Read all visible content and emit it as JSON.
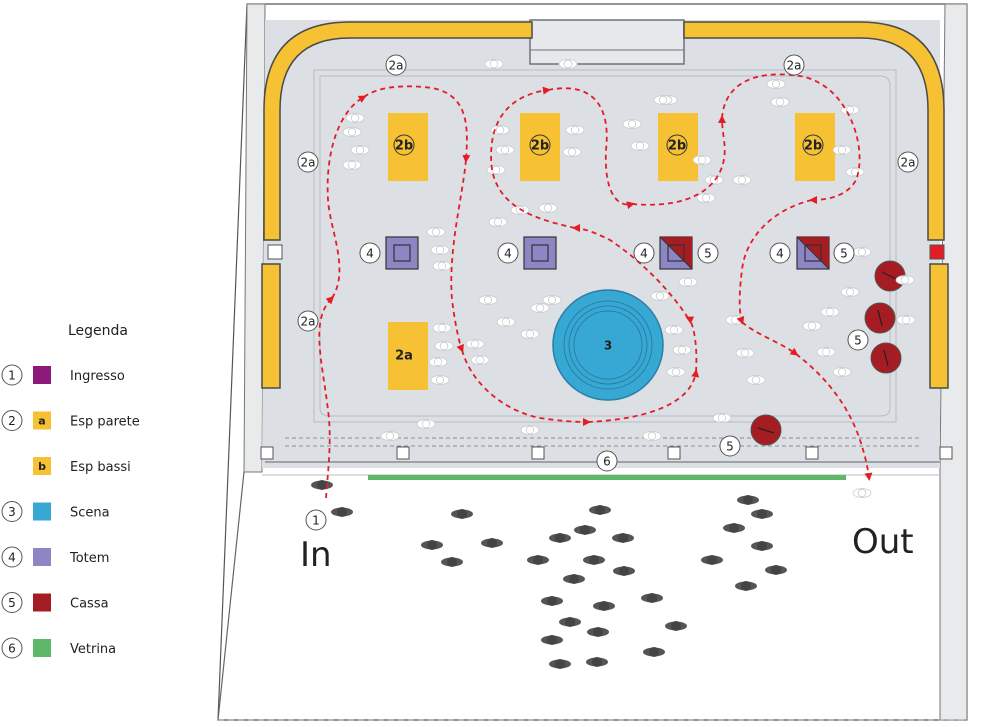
{
  "legend": {
    "title": "Legenda",
    "items": [
      {
        "num": "1",
        "sub": "",
        "label": "Ingresso",
        "color": "#8b1a7a"
      },
      {
        "num": "2",
        "sub": "a",
        "label": "Esp parete",
        "color": "#f6c233"
      },
      {
        "num": "",
        "sub": "b",
        "label": "Esp bassi",
        "color": "#f6c233"
      },
      {
        "num": "3",
        "sub": "",
        "label": "Scena",
        "color": "#37a8d4"
      },
      {
        "num": "4",
        "sub": "",
        "label": "Totem",
        "color": "#8c87c4"
      },
      {
        "num": "5",
        "sub": "",
        "label": "Cassa",
        "color": "#a51c23"
      },
      {
        "num": "6",
        "sub": "",
        "label": "Vetrina",
        "color": "#5db86a"
      }
    ]
  },
  "labels": {
    "wall": "2a",
    "low": "2b",
    "low_front": "2a",
    "stage": "3",
    "totem": "4",
    "cassa": "5",
    "vetrina": "6",
    "ingresso": "1",
    "in": "In",
    "out": "Out"
  },
  "colors": {
    "floor": "#dcdfe3",
    "wall_display": "#f6c233",
    "stage": "#37a8d4",
    "totem": "#8c87c4",
    "cassa": "#a51c23",
    "vetrina": "#5db86a",
    "path": "#e21d26",
    "person_dark": "#555555",
    "person_light": "#ffffff"
  }
}
